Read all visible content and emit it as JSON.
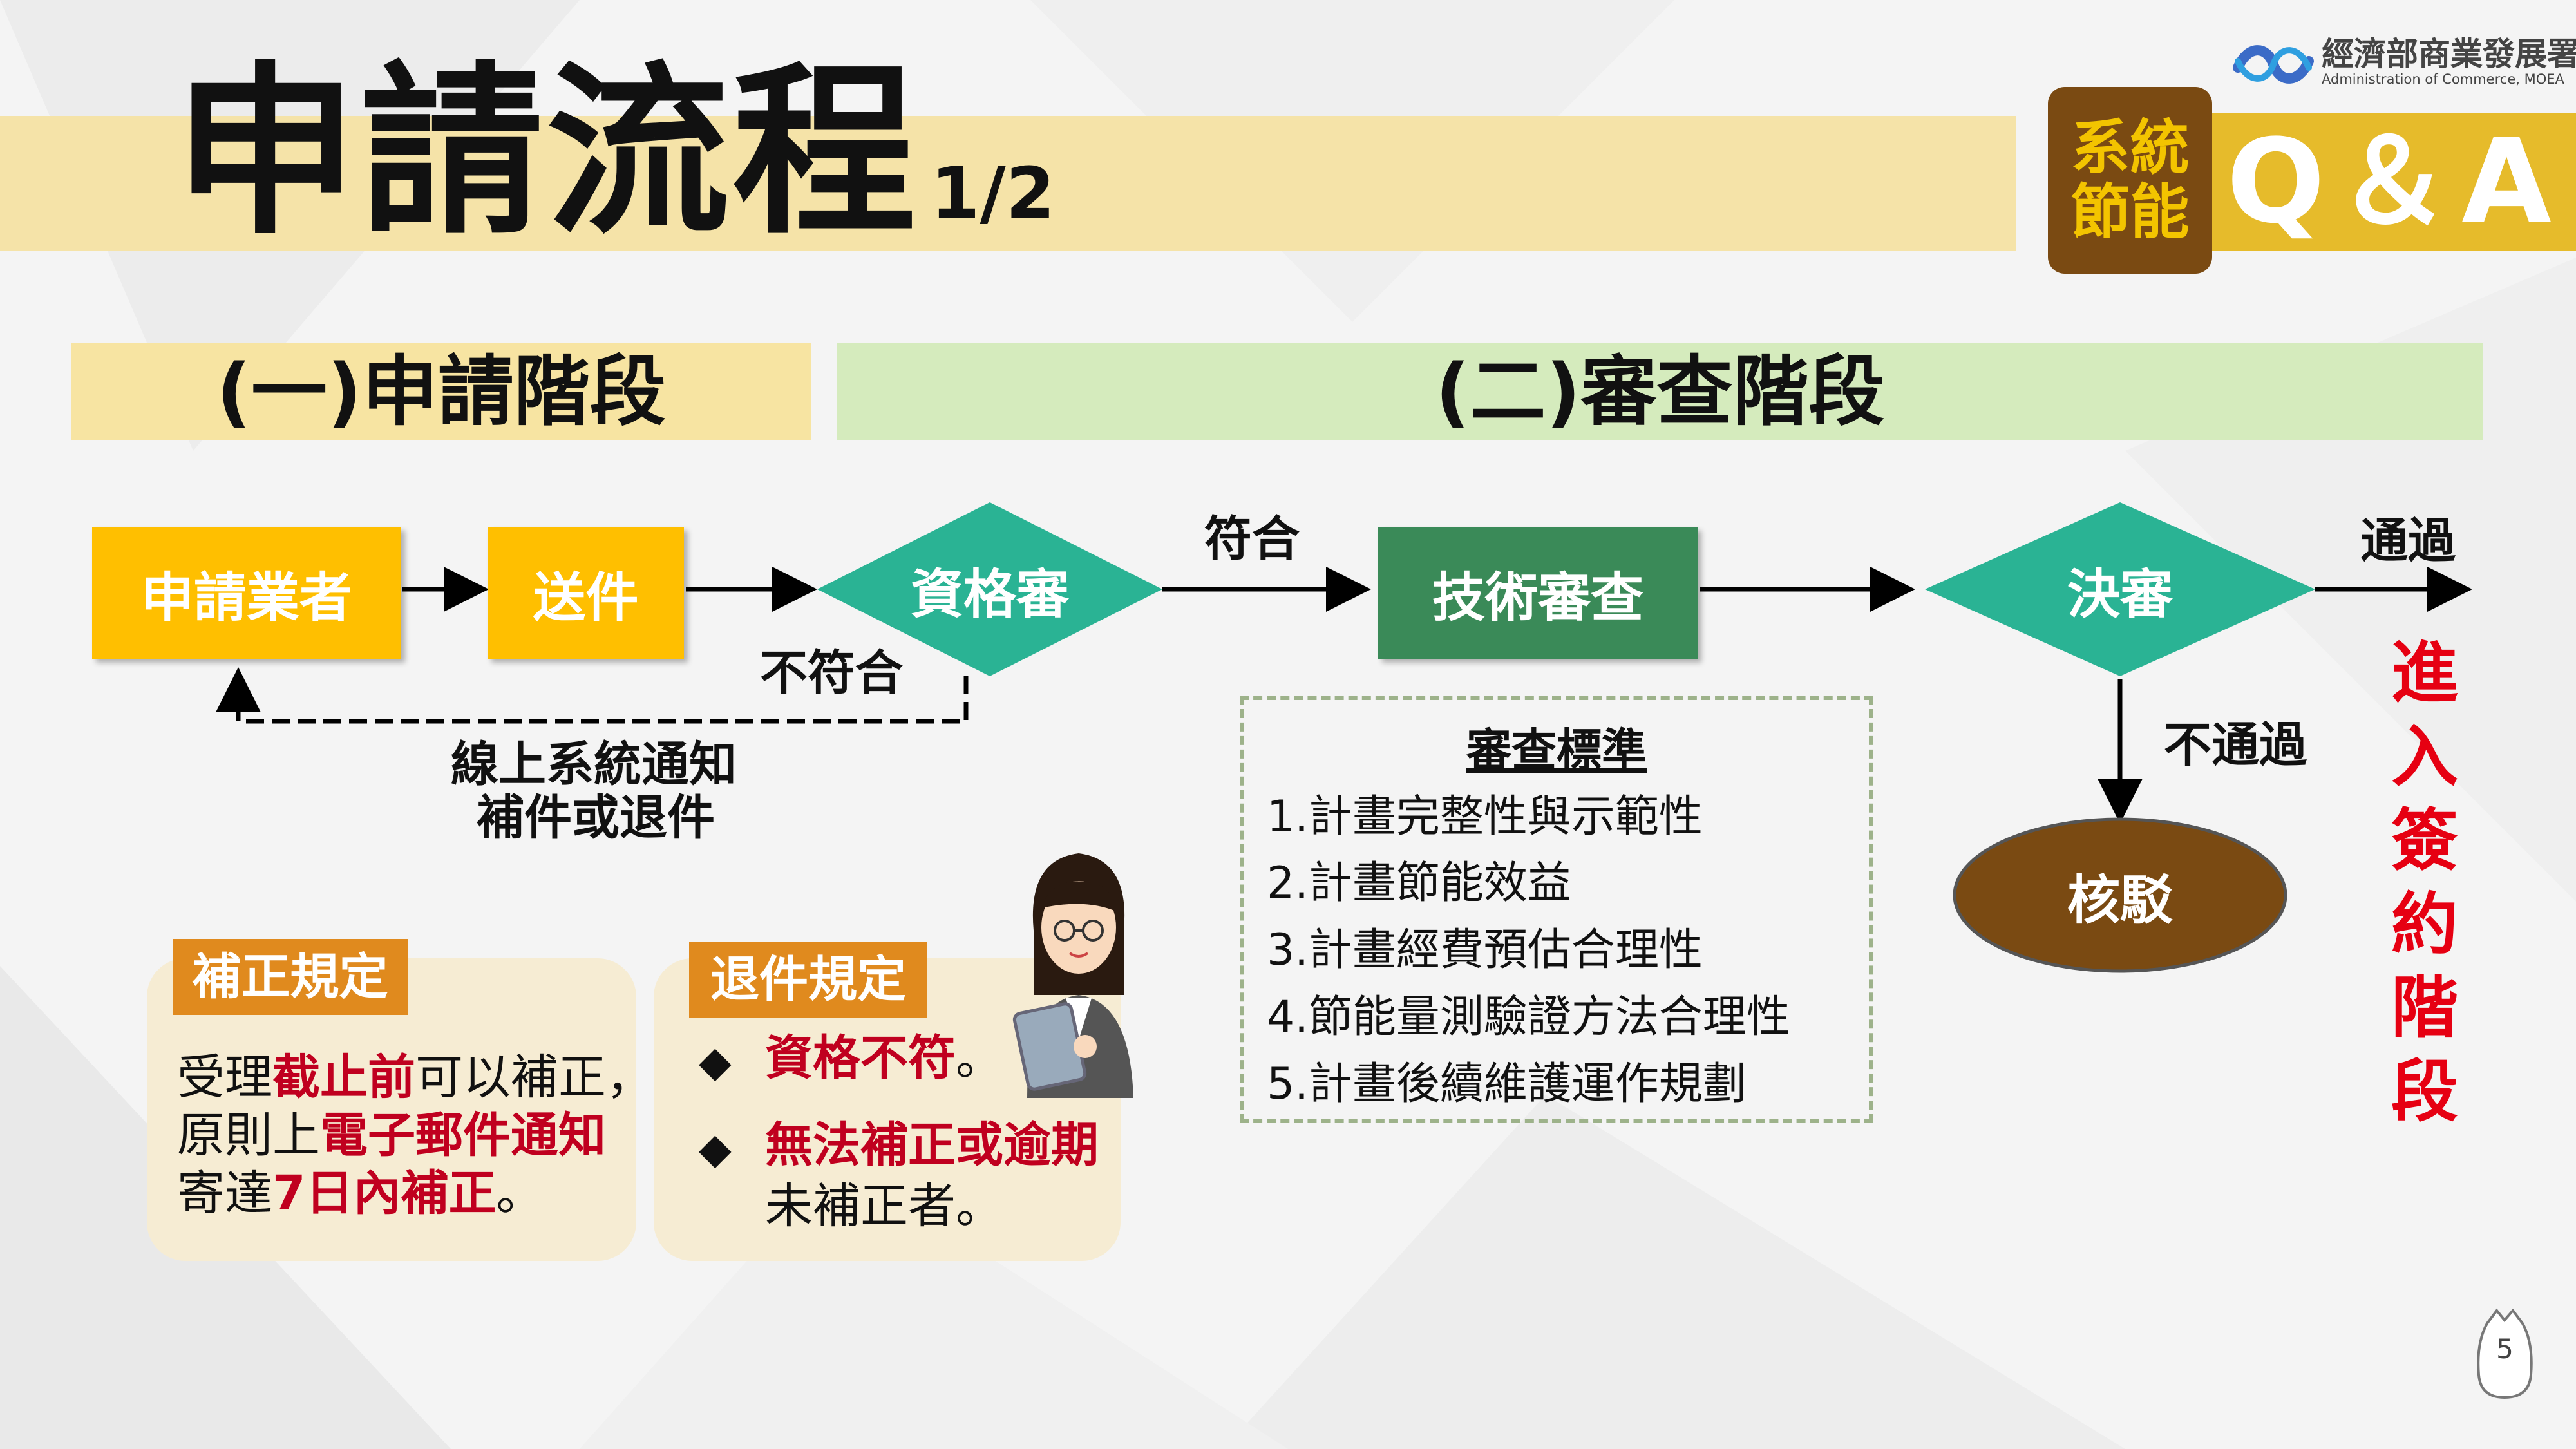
{
  "header": {
    "title": "申請流程",
    "page_indicator": "1/2"
  },
  "logo": {
    "name_zh": "經濟部商業發展署",
    "name_en": "Administration of Commerce, MOEA"
  },
  "badge": {
    "line1": "系統",
    "line2": "節能",
    "qa": "Q＆A"
  },
  "stages": {
    "apply": "(一)申請階段",
    "review": "(二)審查階段"
  },
  "flow": {
    "applicant": "申請業者",
    "submit": "送件",
    "qualification": "資格審",
    "tech_review": "技術審查",
    "final_review": "決審",
    "reject_node": "核駁",
    "label_meet": "符合",
    "label_not_meet": "不符合",
    "label_pass": "通過",
    "label_fail": "不通過",
    "notify_line1": "線上系統通知",
    "notify_line2": "補件或退件",
    "final_stage": [
      "進",
      "入",
      "簽",
      "約",
      "階",
      "段"
    ]
  },
  "criteria": {
    "title": "審查標準",
    "items": [
      "1.計畫完整性與示範性",
      "2.計畫節能效益",
      "3.計畫經費預估合理性",
      "4.節能量測驗證方法合理性",
      "5.計畫後續維護運作規劃"
    ]
  },
  "supplement_rules": {
    "tag": "補正規定",
    "l1a": "受理",
    "l1b": "截止前",
    "l1c": "可以補正，",
    "l2a": "原則上",
    "l2b": "電子郵件通知",
    "l3a": "寄達",
    "l3b": "7日內補正",
    "l3c": "。"
  },
  "return_rules": {
    "tag": "退件規定",
    "b1": "資格不符",
    "b1_end": "。",
    "b2": "無法補正或逾期",
    "b2_line2": "未補正者。"
  },
  "page_number": "5",
  "colors": {
    "orange_node": "#ffbf00",
    "green_node": "#3a8a58",
    "teal_diamond": "#2ab394",
    "brown": "#7a4a12",
    "red_text": "#c0001f",
    "final_red": "#e60012"
  }
}
